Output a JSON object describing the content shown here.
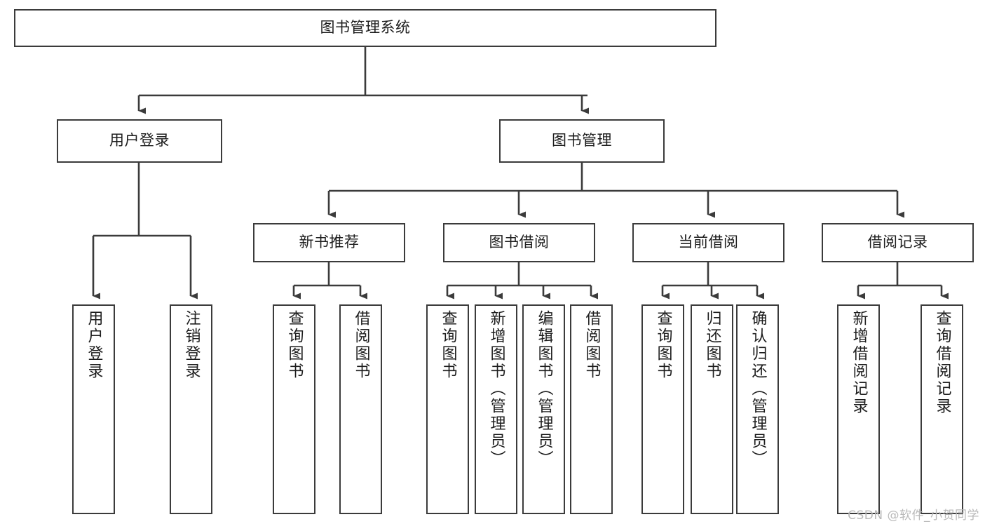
{
  "diagram": {
    "type": "tree",
    "title": "图书管理系统",
    "root": {
      "label": "图书管理系统"
    },
    "level2": [
      {
        "label": "用户登录"
      },
      {
        "label": "图书管理"
      }
    ],
    "level3": [
      {
        "label": "新书推荐"
      },
      {
        "label": "图书借阅"
      },
      {
        "label": "当前借阅"
      },
      {
        "label": "借阅记录"
      }
    ],
    "leaves": {
      "user_login": [
        {
          "label": "用户登录"
        },
        {
          "label": "注销登录"
        }
      ],
      "new_book_recommend": [
        {
          "label": "查询图书"
        },
        {
          "label": "借阅图书"
        }
      ],
      "book_borrow": [
        {
          "label": "查询图书"
        },
        {
          "label": "新增图书（管理员）"
        },
        {
          "label": "编辑图书（管理员）"
        },
        {
          "label": "借阅图书"
        }
      ],
      "current_borrow": [
        {
          "label": "查询图书"
        },
        {
          "label": "归还图书"
        },
        {
          "label": "确认归还（管理员）"
        }
      ],
      "borrow_record": [
        {
          "label": "新增借阅记录"
        },
        {
          "label": "查询借阅记录"
        }
      ]
    }
  },
  "watermark": {
    "text": "CSDN @软件_小贺同学"
  },
  "colors": {
    "box_border": "#3b3b3b",
    "text": "#1d1d1d",
    "background": "#ffffff",
    "connector": "#3b3b3b",
    "watermark": "#b9b9b9"
  }
}
